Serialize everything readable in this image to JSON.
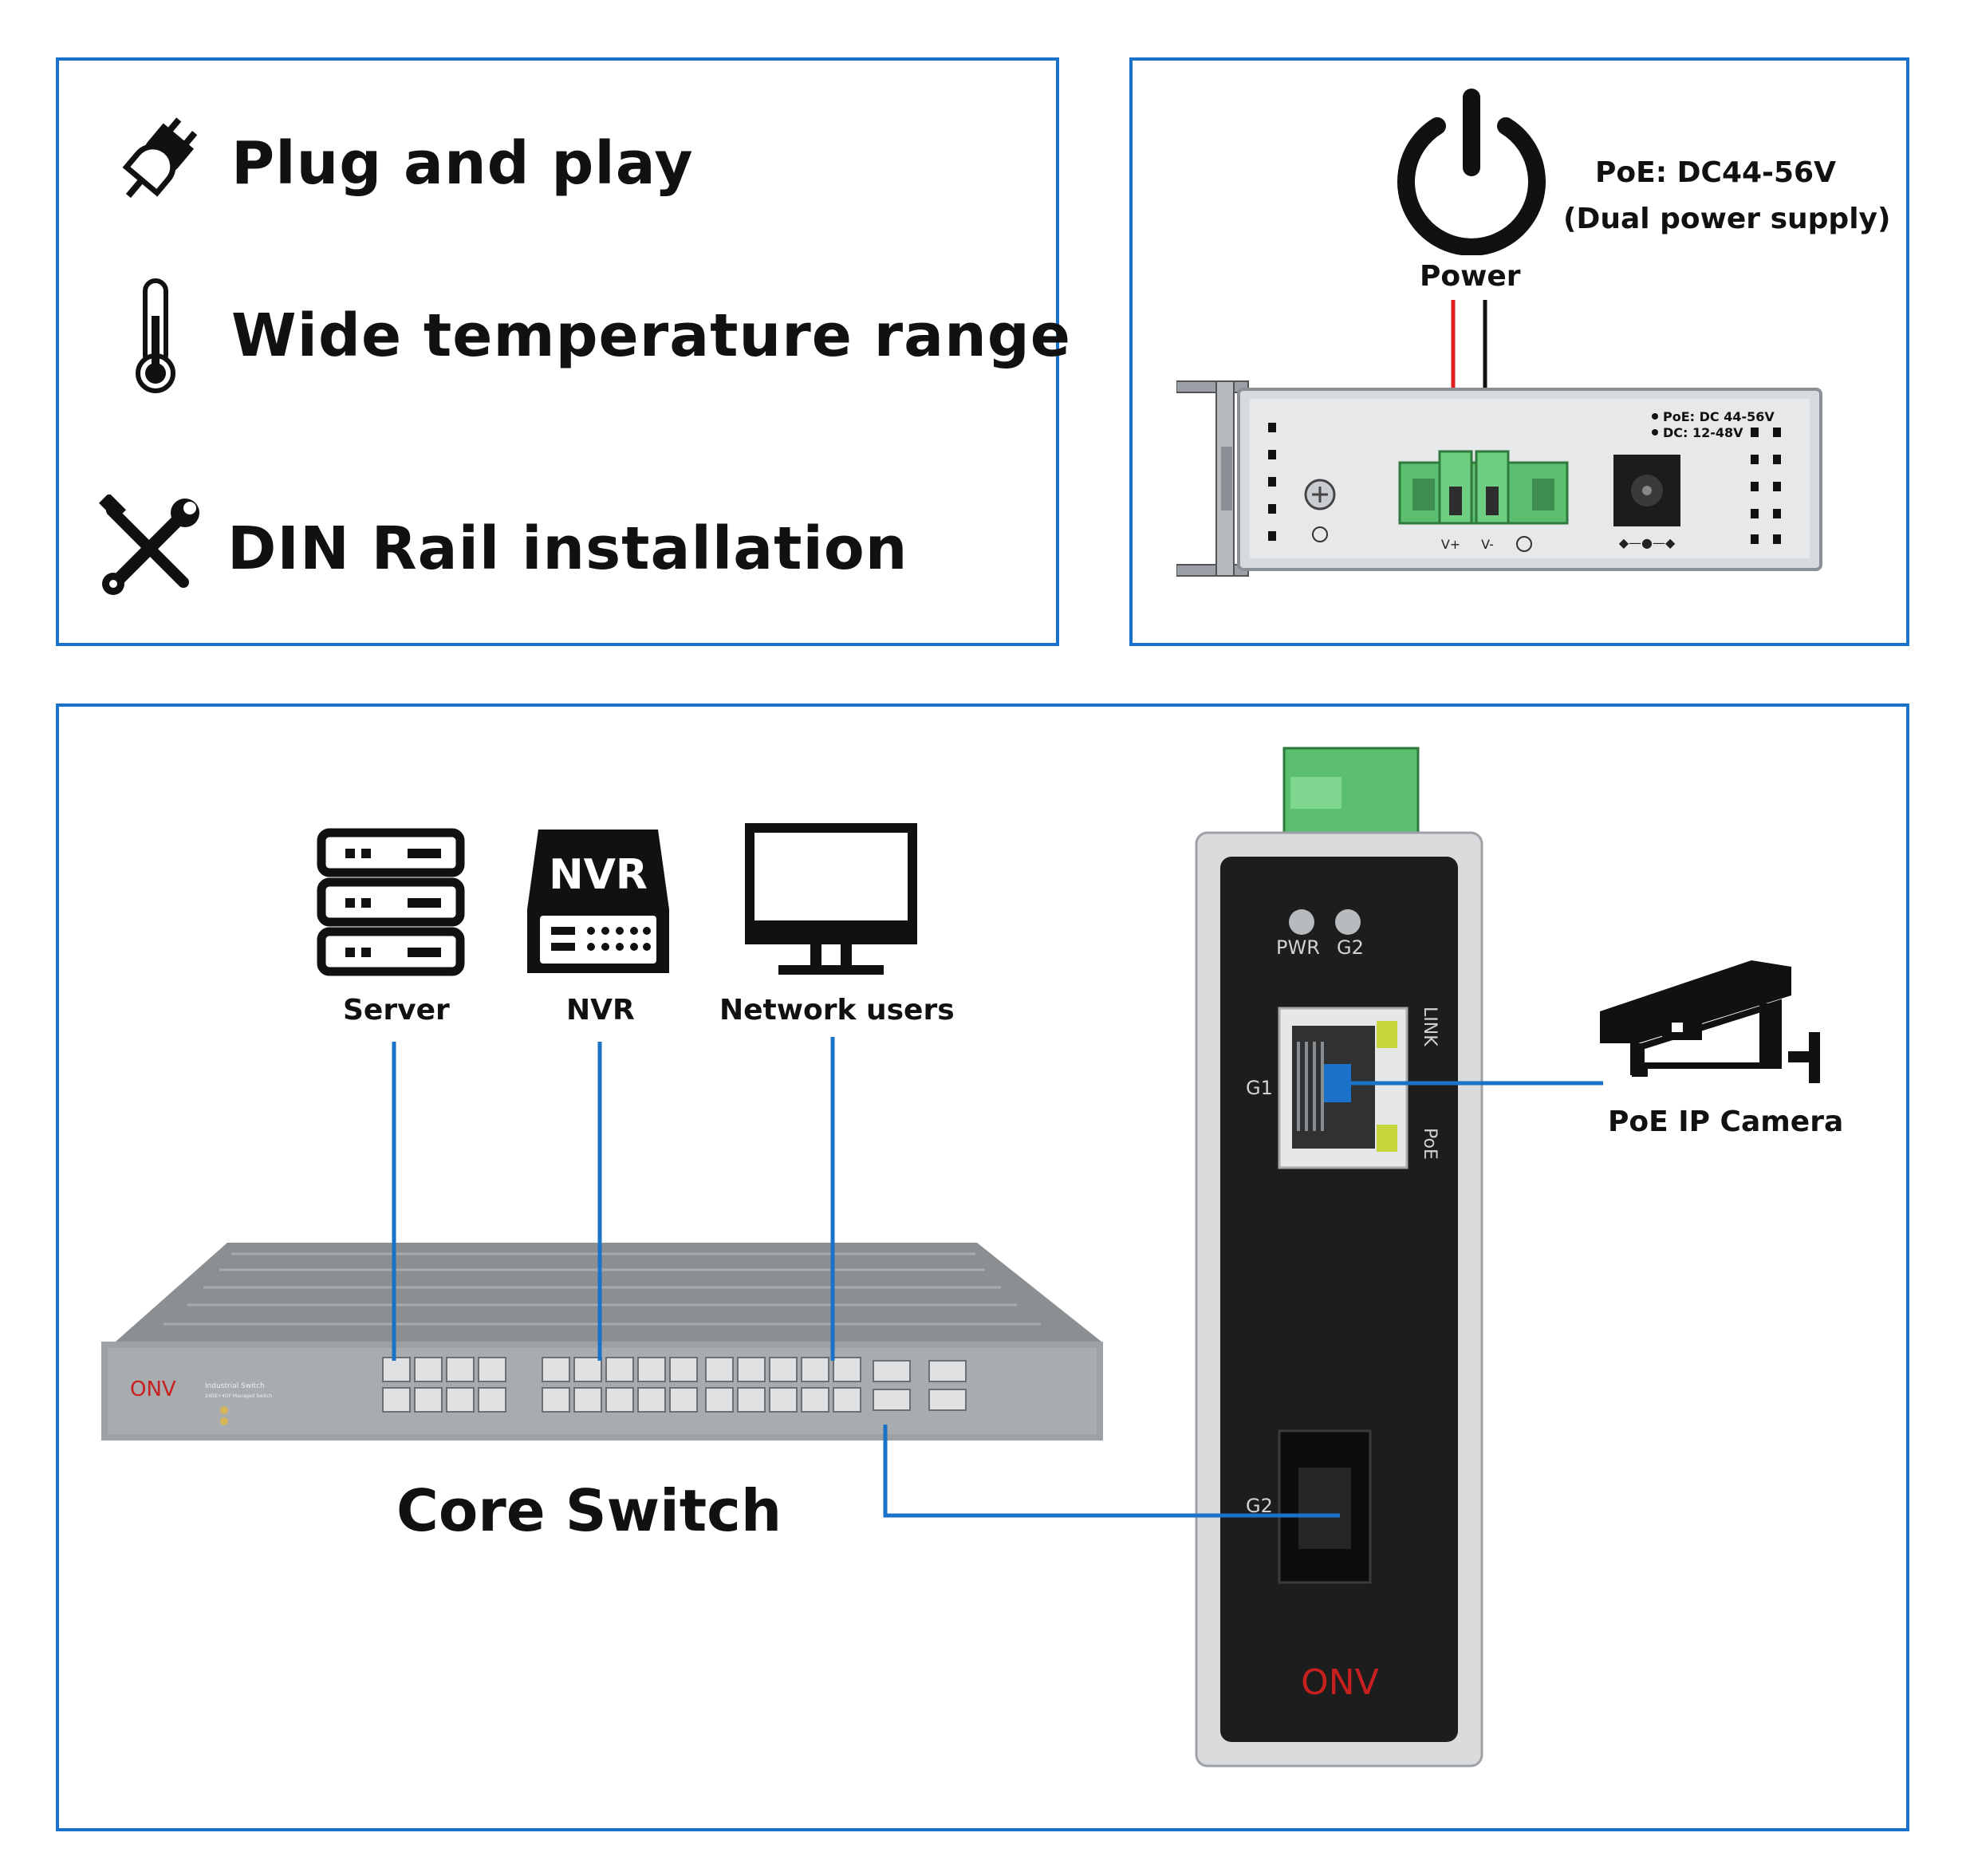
{
  "features": {
    "plug": {
      "label": "Plug and play",
      "icon": "plug-icon"
    },
    "temp": {
      "label": "Wide temperature range",
      "icon": "thermometer-icon"
    },
    "din": {
      "label": "DIN Rail installation",
      "icon": "tools-icon"
    }
  },
  "power": {
    "label": "Power",
    "poe_spec": "PoE: DC44-56V",
    "poe_note": "(Dual power supply)",
    "panel_poe": "PoE: DC 44-56V",
    "panel_dc": "DC: 12-48V",
    "terminal_vplus": "V+",
    "terminal_vminus": "V-"
  },
  "network": {
    "server_label": "Server",
    "nvr_label": "NVR",
    "nvr_icon_text": "NVR",
    "users_label": "Network users",
    "core_label": "Core Switch",
    "camera_label": "PoE IP Camera"
  },
  "device": {
    "pwr": "PWR",
    "g2_led": "G2",
    "g1": "G1",
    "link": "LINK",
    "poe": "PoE",
    "g2_port": "G2",
    "brand": "ONV"
  },
  "core_switch": {
    "brand": "ONV",
    "model_line1": "Industrial Switch",
    "model_line2": "24GE+4GF Managed Switch"
  },
  "colors": {
    "frame": "#1a73c8",
    "link_line": "#1a73c8",
    "brand_red": "#c8201e",
    "terminal_green": "#5cbf6f"
  }
}
